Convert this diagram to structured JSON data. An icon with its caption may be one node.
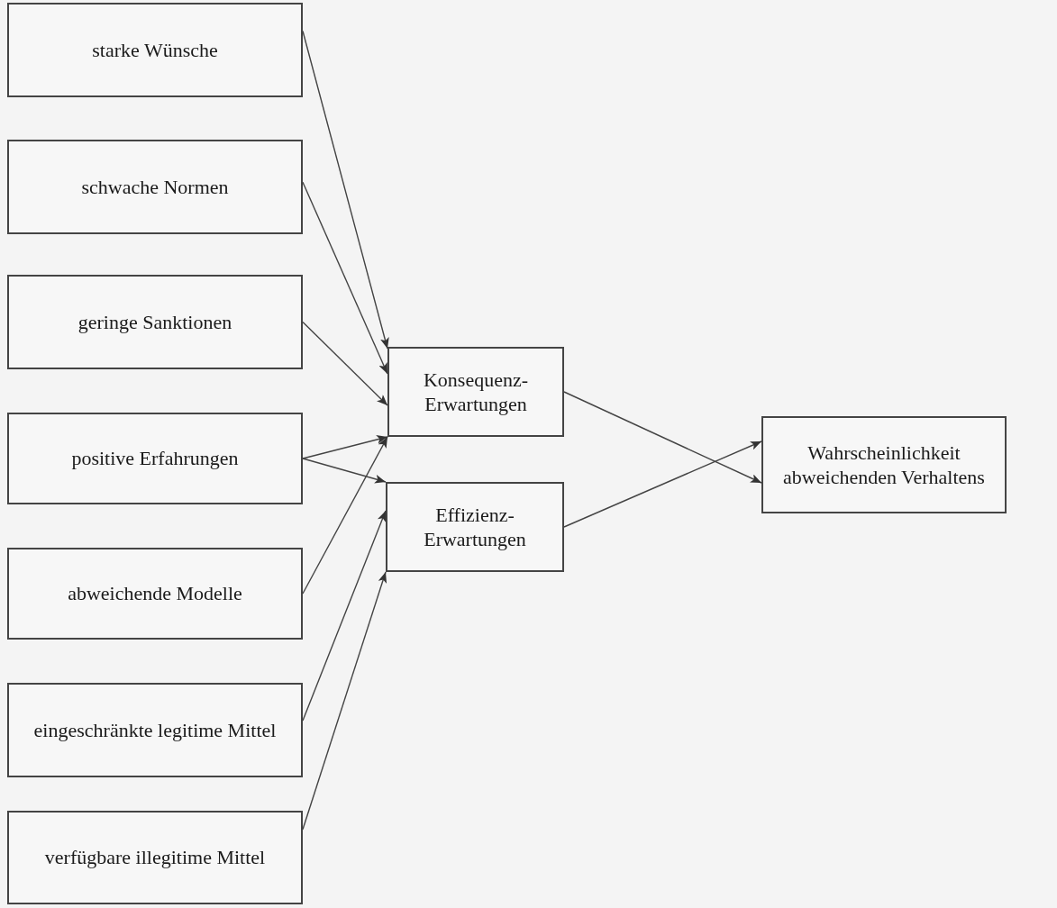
{
  "diagram": {
    "nodes": [
      {
        "text": [
          "starke Wünsche"
        ]
      },
      {
        "text": [
          "schwache Normen"
        ]
      },
      {
        "text": [
          "geringe Sanktionen"
        ]
      },
      {
        "text": [
          "positive Erfahrungen"
        ]
      },
      {
        "text": [
          "abweichende Modelle"
        ]
      },
      {
        "text": [
          "eingeschränkte legitime Mittel"
        ]
      },
      {
        "text": [
          "verfügbare illegitime Mittel"
        ]
      },
      {
        "text": [
          "Konsequenz-Erwartungen"
        ]
      },
      {
        "text": [
          "Effizienz-Erwartungen"
        ]
      },
      {
        "text": [
          "Wahrscheinlichkeit abweichenden Verhaltens"
        ]
      }
    ],
    "edges": [
      {
        "from": 0,
        "to": 7,
        "arrow": "to"
      },
      {
        "from": 1,
        "to": 7,
        "arrow": "to"
      },
      {
        "from": 2,
        "to": 7,
        "arrow": "to"
      },
      {
        "from": 3,
        "to": 7,
        "arrow": "to"
      },
      {
        "from": 3,
        "to": 8,
        "arrow": "to"
      },
      {
        "from": 4,
        "to": 7,
        "arrow": "to"
      },
      {
        "from": 5,
        "to": 8,
        "arrow": "to"
      },
      {
        "from": 6,
        "to": 8,
        "arrow": "to"
      },
      {
        "from": 7,
        "to": 9,
        "arrow": "to"
      },
      {
        "from": 8,
        "to": 9,
        "arrow": "to"
      }
    ]
  }
}
